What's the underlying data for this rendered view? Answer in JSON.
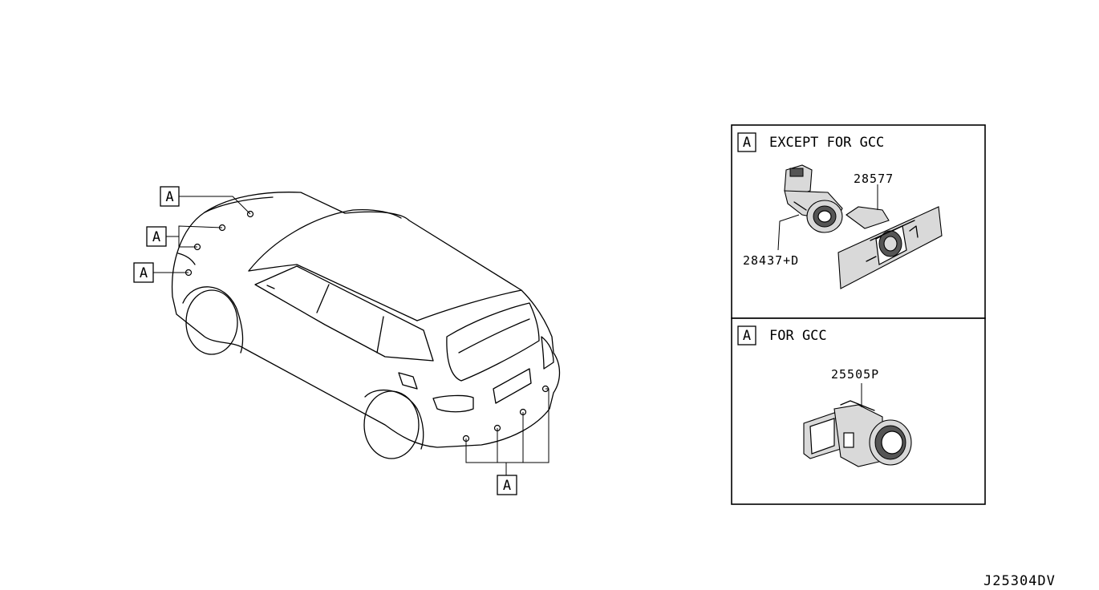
{
  "callout_letter": "A",
  "panels": {
    "except_gcc": {
      "letter": "A",
      "title": "EXCEPT FOR GCC",
      "parts": [
        "28577",
        "28437+D"
      ]
    },
    "gcc": {
      "letter": "A",
      "title": "FOR GCC",
      "parts": [
        "25505P"
      ]
    }
  },
  "diagram_code": "J25304DV"
}
